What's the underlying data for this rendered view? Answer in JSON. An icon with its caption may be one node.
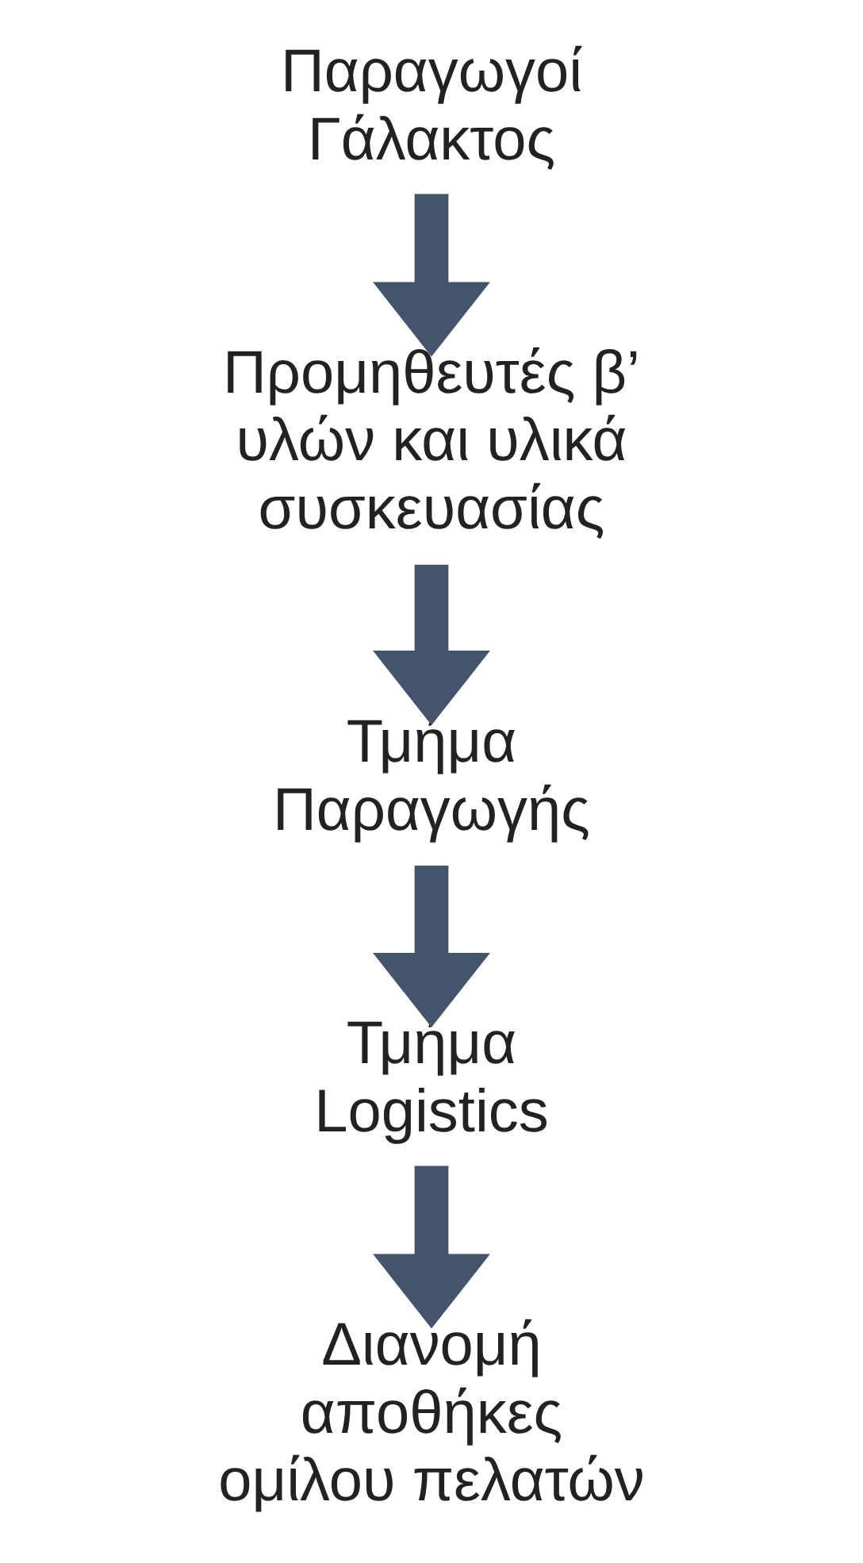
{
  "diagram": {
    "nodes": [
      {
        "text": [
          "Παραγωγοί Γάλακτος"
        ]
      },
      {
        "text": [
          "Προμηθευτές β’ υλών και υλικά συσκευασίας"
        ]
      },
      {
        "text": [
          "Τμήμα Παραγωγής"
        ]
      },
      {
        "text": [
          "Τμήμα Logistics"
        ]
      },
      {
        "text": [
          "Διανομή αποθήκες ομίλου πελατών"
        ]
      }
    ],
    "edges": [
      {
        "from": 0,
        "to": 1,
        "arrow": "to"
      },
      {
        "from": 1,
        "to": 2,
        "arrow": "to"
      },
      {
        "from": 2,
        "to": 3,
        "arrow": "to"
      },
      {
        "from": 3,
        "to": 4,
        "arrow": "to"
      }
    ]
  }
}
